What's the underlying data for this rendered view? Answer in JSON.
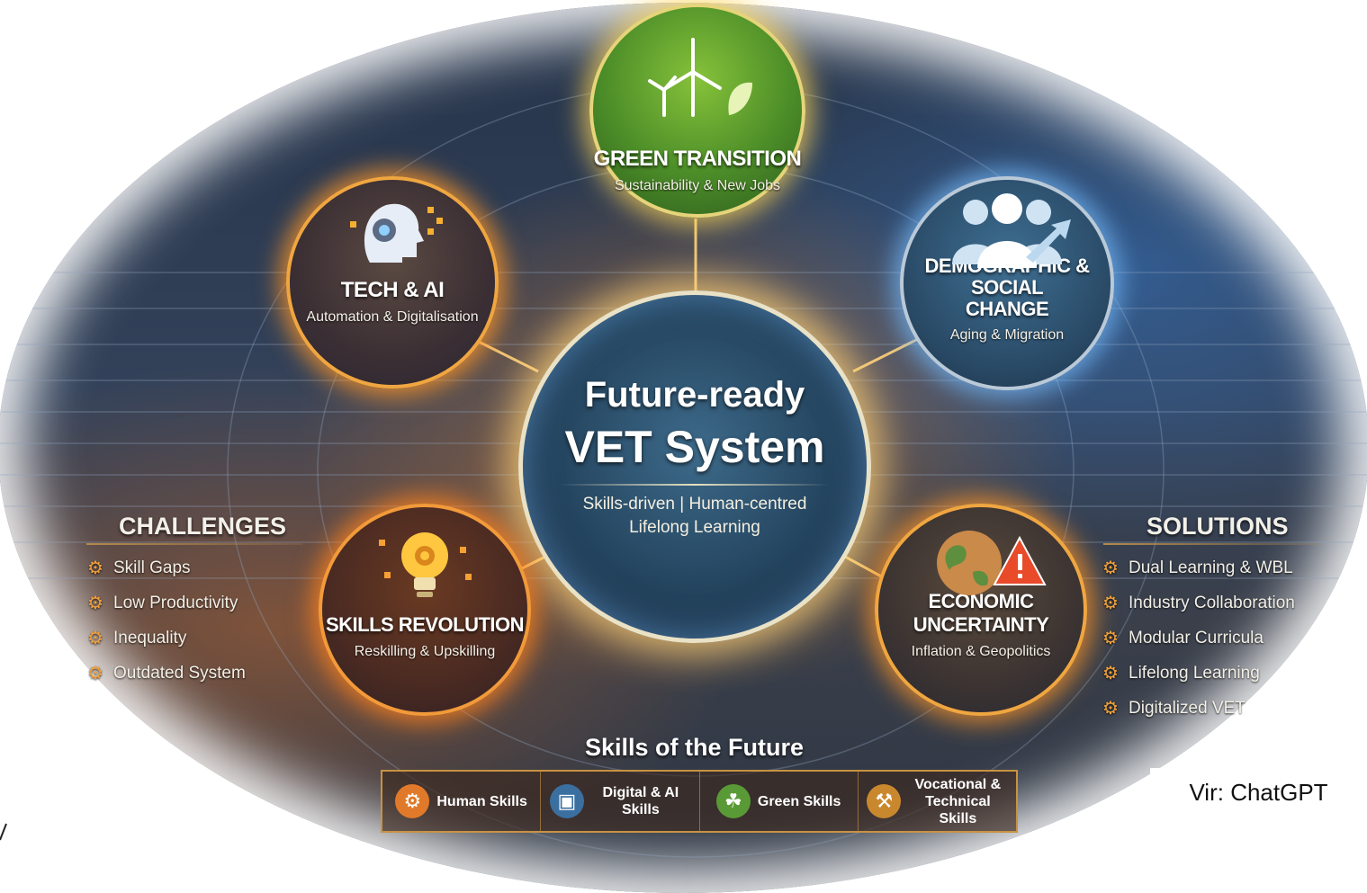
{
  "center": {
    "line1": "Future-ready",
    "line2": "VET System",
    "tagline1": "Skills-driven | Human-centred",
    "tagline2": "Lifelong Learning"
  },
  "nodes": {
    "green": {
      "title": "GREEN TRANSITION",
      "subtitle": "Sustainability & New Jobs",
      "icon": "wind-turbine-leaf-icon"
    },
    "tech": {
      "title": "TECH & AI",
      "subtitle": "Automation & Digitalisation",
      "icon": "robot-head-icon"
    },
    "demo": {
      "title_line1": "DEMOGRAPHIC & SOCIAL",
      "title_line2": "CHANGE",
      "subtitle": "Aging & Migration",
      "icon": "people-group-icon"
    },
    "skills": {
      "title": "SKILLS REVOLUTION",
      "subtitle": "Reskilling & Upskilling",
      "icon": "lightbulb-gear-icon"
    },
    "econ": {
      "title": "ECONOMIC UNCERTAINTY",
      "subtitle": "Inflation & Geopolitics",
      "icon": "globe-warning-icon"
    }
  },
  "challenges": {
    "heading": "CHALLENGES",
    "items": [
      "Skill Gaps",
      "Low Productivity",
      "Inequality",
      "Outdated System"
    ]
  },
  "solutions": {
    "heading": "SOLUTIONS",
    "items": [
      "Dual Learning & WBL",
      "Industry Collaboration",
      "Modular Curricula",
      "Lifelong Learning",
      "Digitalized VET"
    ]
  },
  "future_skills": {
    "title": "Skills of the Future",
    "items": [
      {
        "label": "Human Skills",
        "icon": "head-gear-icon"
      },
      {
        "label": "Digital & AI Skills",
        "icon": "tablet-icon"
      },
      {
        "label": "Green Skills",
        "icon": "seedling-icon"
      },
      {
        "label": "Vocational & Technical Skills",
        "icon": "tools-icon"
      }
    ]
  },
  "credit": "Vir: ChatGPT",
  "colors": {
    "accent_orange": "#f0a03a",
    "green": "#4c8d28",
    "blue": "#2b4d6a",
    "gold": "#e6d47a"
  }
}
